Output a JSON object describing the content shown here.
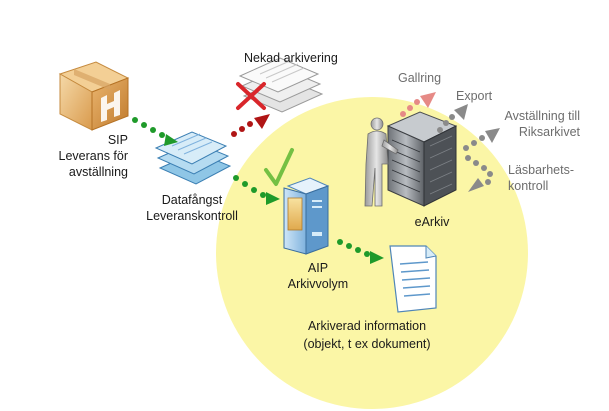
{
  "labels": {
    "sip_line1": "SIP",
    "sip_line2": "Leverans för",
    "sip_line3": "avställning",
    "nekad": "Nekad arkivering",
    "datafangst_line1": "Datafångst",
    "datafangst_line2": "Leveranskontroll",
    "aip_line1": "AIP",
    "aip_line2": "Arkivvolym",
    "arkiverad_line1": "Arkiverad information",
    "arkiverad_line2": "(objekt, t ex dokument)",
    "earkiv": "eArkiv",
    "gallring": "Gallring",
    "export": "Export",
    "avstallning_line1": "Avställning till",
    "avstallning_line2": "Riksarkivet",
    "lasbarhet_line1": "Läsbarhets-",
    "lasbarhet_line2": "kontroll"
  },
  "colors": {
    "archive_circle": "#fbf6a6",
    "flow_arrow_green": "#1f9a2a",
    "reject_arrow_red": "#b01515",
    "gallring_arrow": "#e68a86",
    "grey_arrow": "#8a8a8a",
    "reject_cross": "#d9262b",
    "check_mark": "#74c043",
    "box_tan": "#e8b46a"
  },
  "icons": {
    "sip": "cardboard-box-icon",
    "datafangst": "paper-stack-icon",
    "rejected": "rejected-papers-icon",
    "aip": "archive-volume-icon",
    "document": "document-icon",
    "earkiv": "server-operator-icon"
  }
}
